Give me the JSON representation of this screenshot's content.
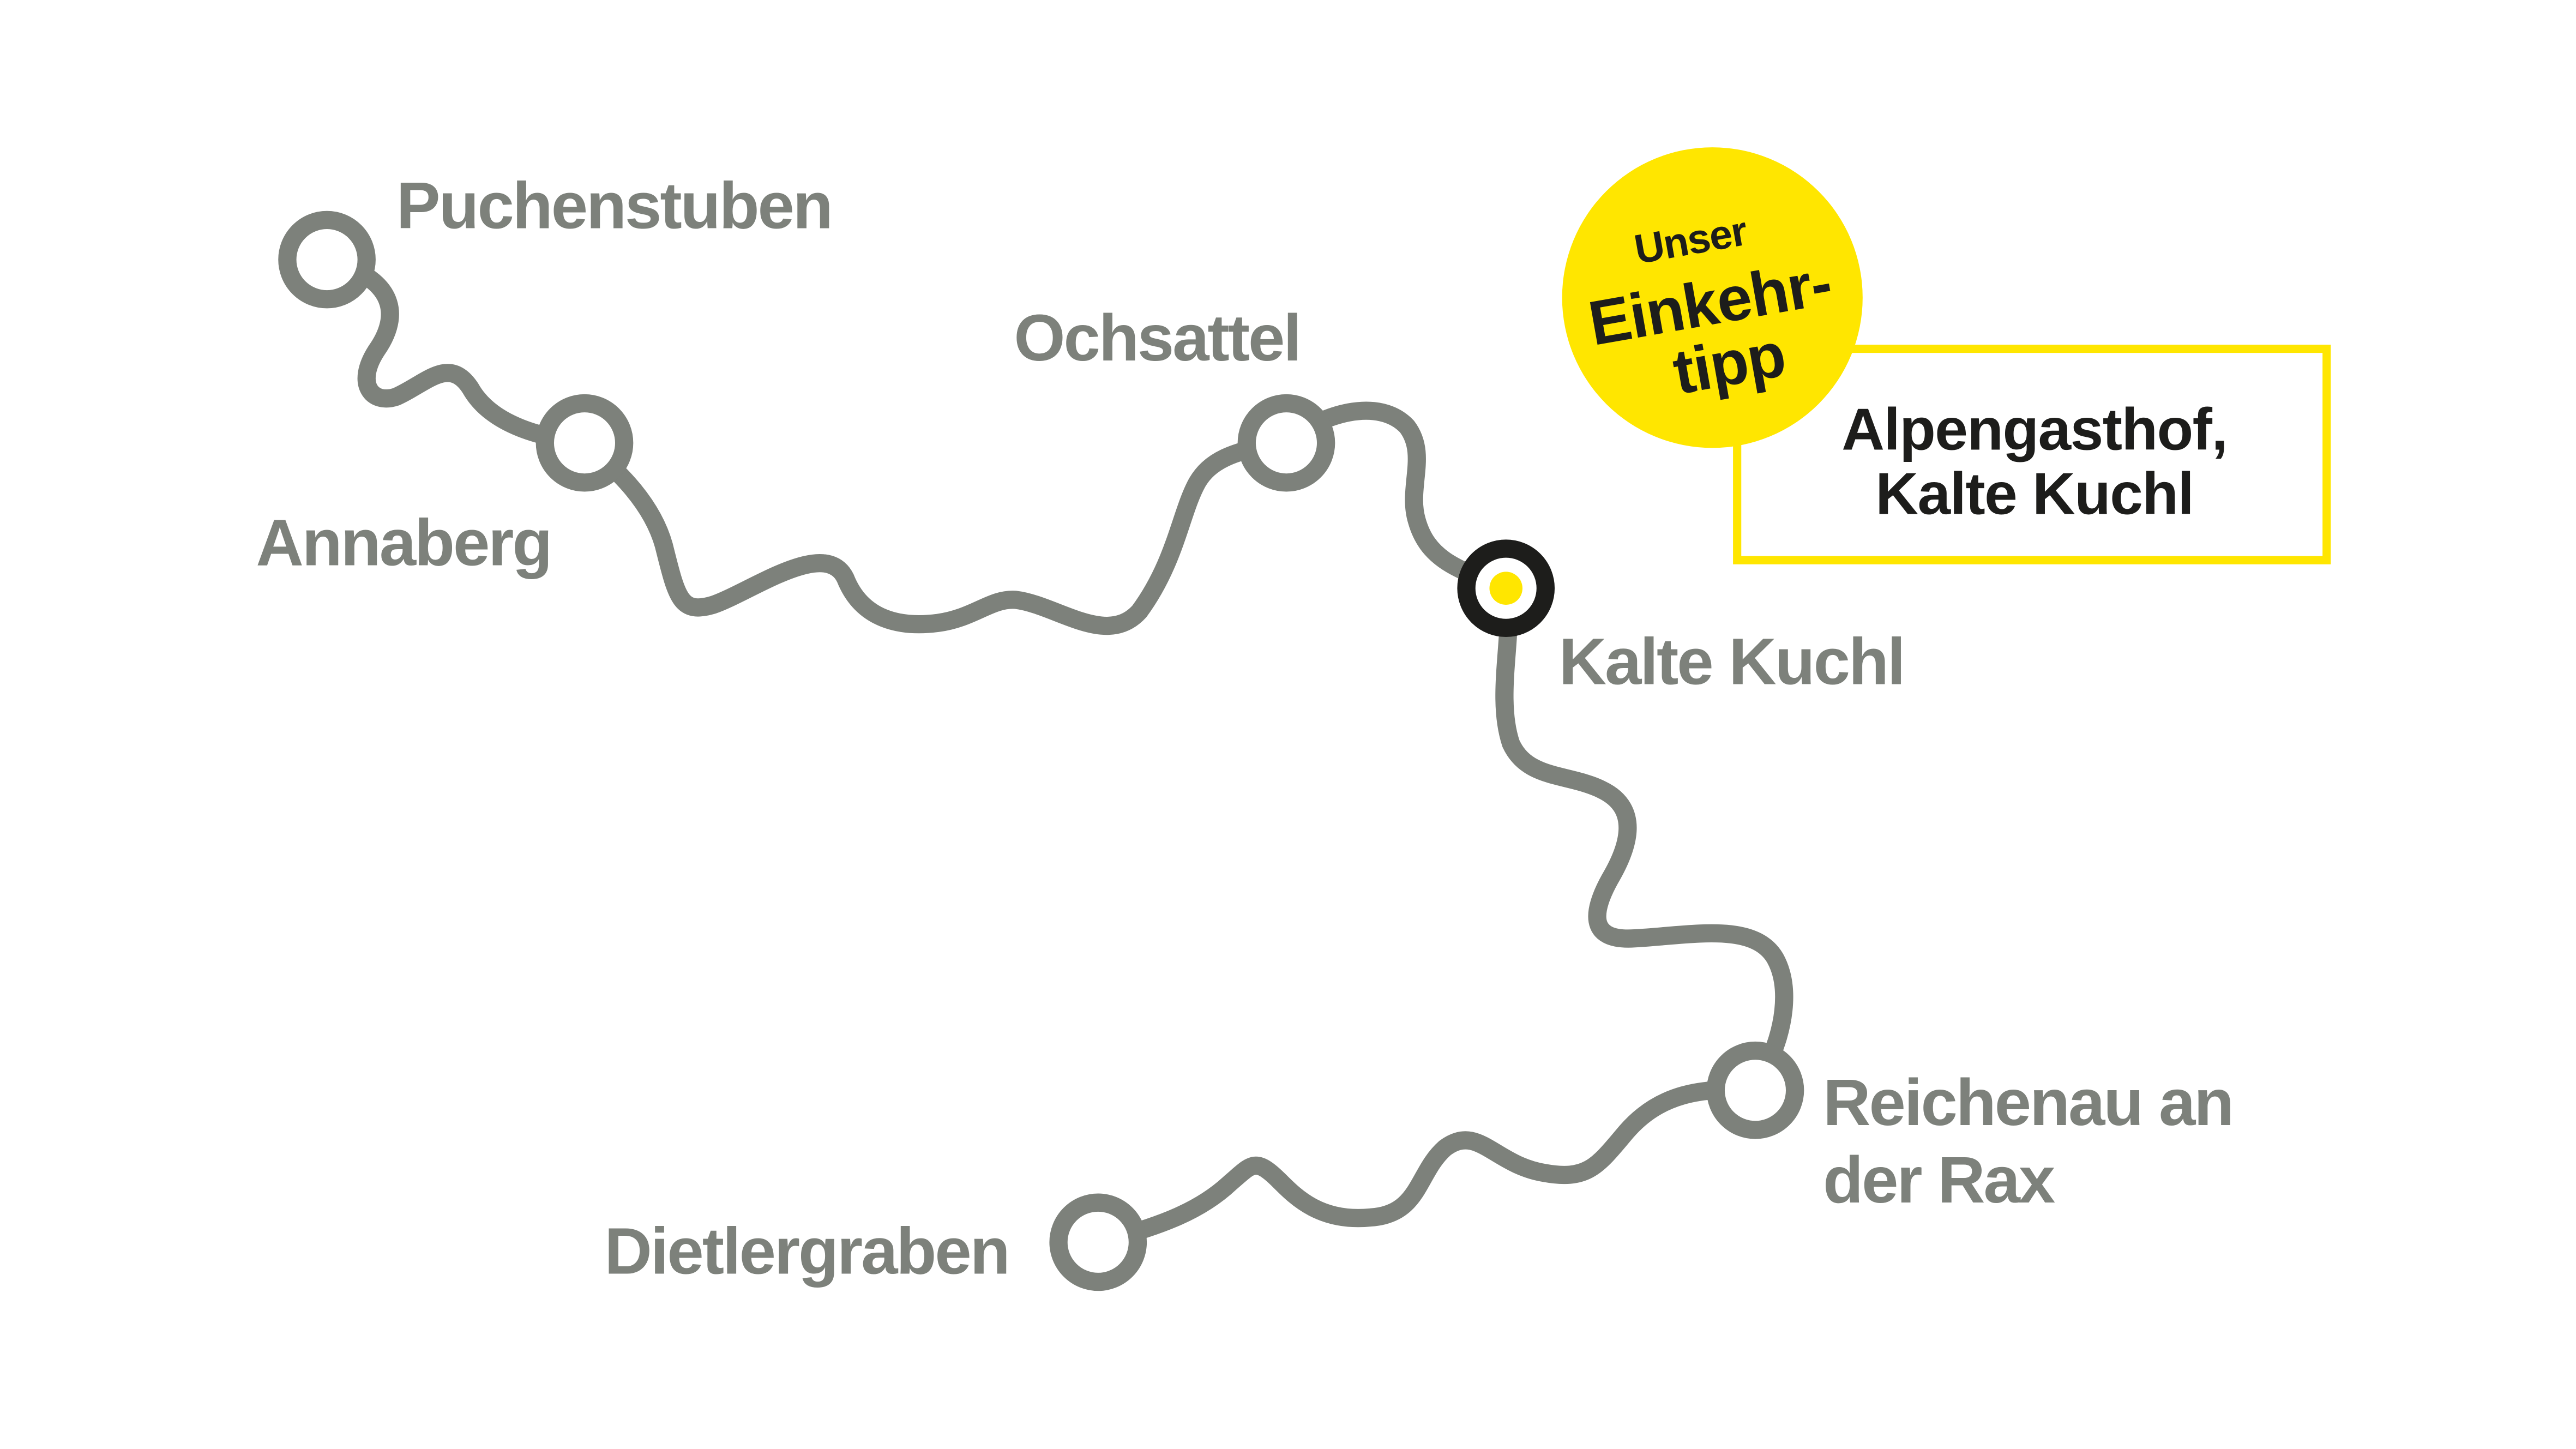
{
  "stations": [
    {
      "name": "Puchenstuben"
    },
    {
      "name": "Annaberg"
    },
    {
      "name": "Ochsattel"
    },
    {
      "name": "Kalte Kuchl"
    },
    {
      "name": "Reichenau an",
      "name2": "der Rax"
    },
    {
      "name": "Dietlergraben"
    }
  ],
  "badge": {
    "line1": "Unser",
    "line2": "Einkehr-",
    "line3": "tipp"
  },
  "tip": {
    "line1": "Alpengasthof,",
    "line2": "Kalte Kuchl"
  },
  "colors": {
    "route": "#7d817b",
    "accent": "#ffe600",
    "highlight": "#1d1d1b"
  }
}
